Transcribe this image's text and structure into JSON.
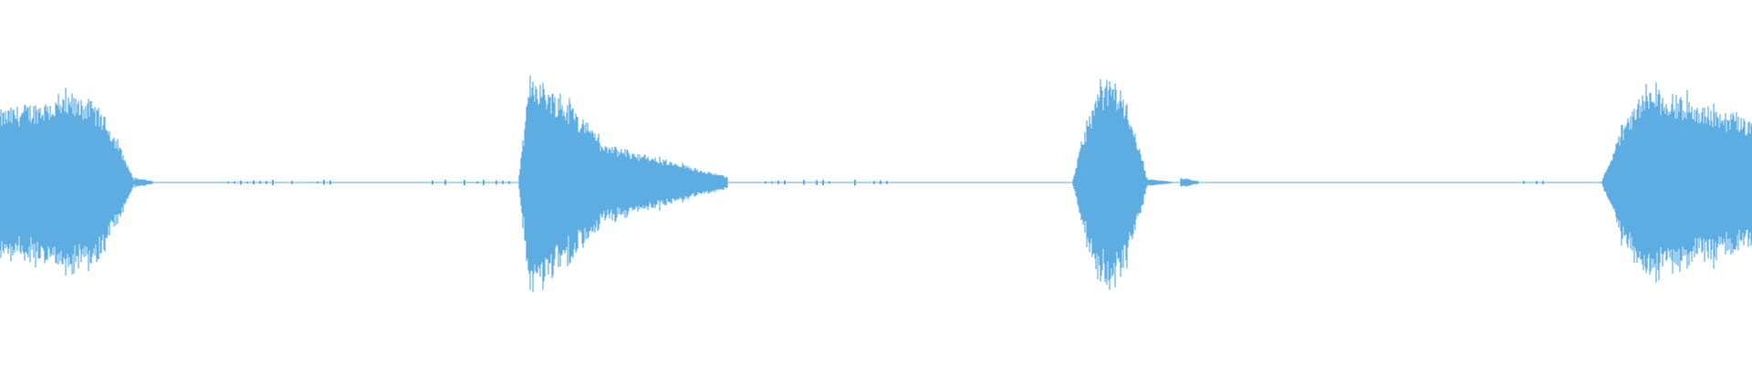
{
  "waveform": {
    "color": "#5dade2",
    "background": "#ffffff",
    "amplitude_scale": [
      -1,
      1
    ],
    "segments": [
      {
        "kind": "burst",
        "start": 0.0,
        "end": 0.077,
        "peak": 0.47,
        "envelope": "dome-right"
      },
      {
        "kind": "tail",
        "start": 0.077,
        "end": 0.087,
        "peak": 0.03
      },
      {
        "kind": "noise",
        "start": 0.13,
        "end": 0.205,
        "peak": 0.01
      },
      {
        "kind": "noise",
        "start": 0.247,
        "end": 0.297,
        "peak": 0.01
      },
      {
        "kind": "burst",
        "start": 0.296,
        "end": 0.342,
        "peak": 0.62,
        "envelope": "spike"
      },
      {
        "kind": "decay",
        "start": 0.342,
        "end": 0.415,
        "peak": 0.22,
        "envelope": "falling"
      },
      {
        "kind": "noise",
        "start": 0.437,
        "end": 0.512,
        "peak": 0.01
      },
      {
        "kind": "burst",
        "start": 0.612,
        "end": 0.655,
        "peak": 0.57,
        "envelope": "dome"
      },
      {
        "kind": "tail",
        "start": 0.655,
        "end": 0.668,
        "peak": 0.02
      },
      {
        "kind": "blip",
        "start": 0.674,
        "end": 0.684,
        "peak": 0.03
      },
      {
        "kind": "noise",
        "start": 0.87,
        "end": 0.882,
        "peak": 0.01
      },
      {
        "kind": "burst",
        "start": 0.914,
        "end": 1.0,
        "peak": 0.52,
        "envelope": "dome-left"
      }
    ]
  }
}
